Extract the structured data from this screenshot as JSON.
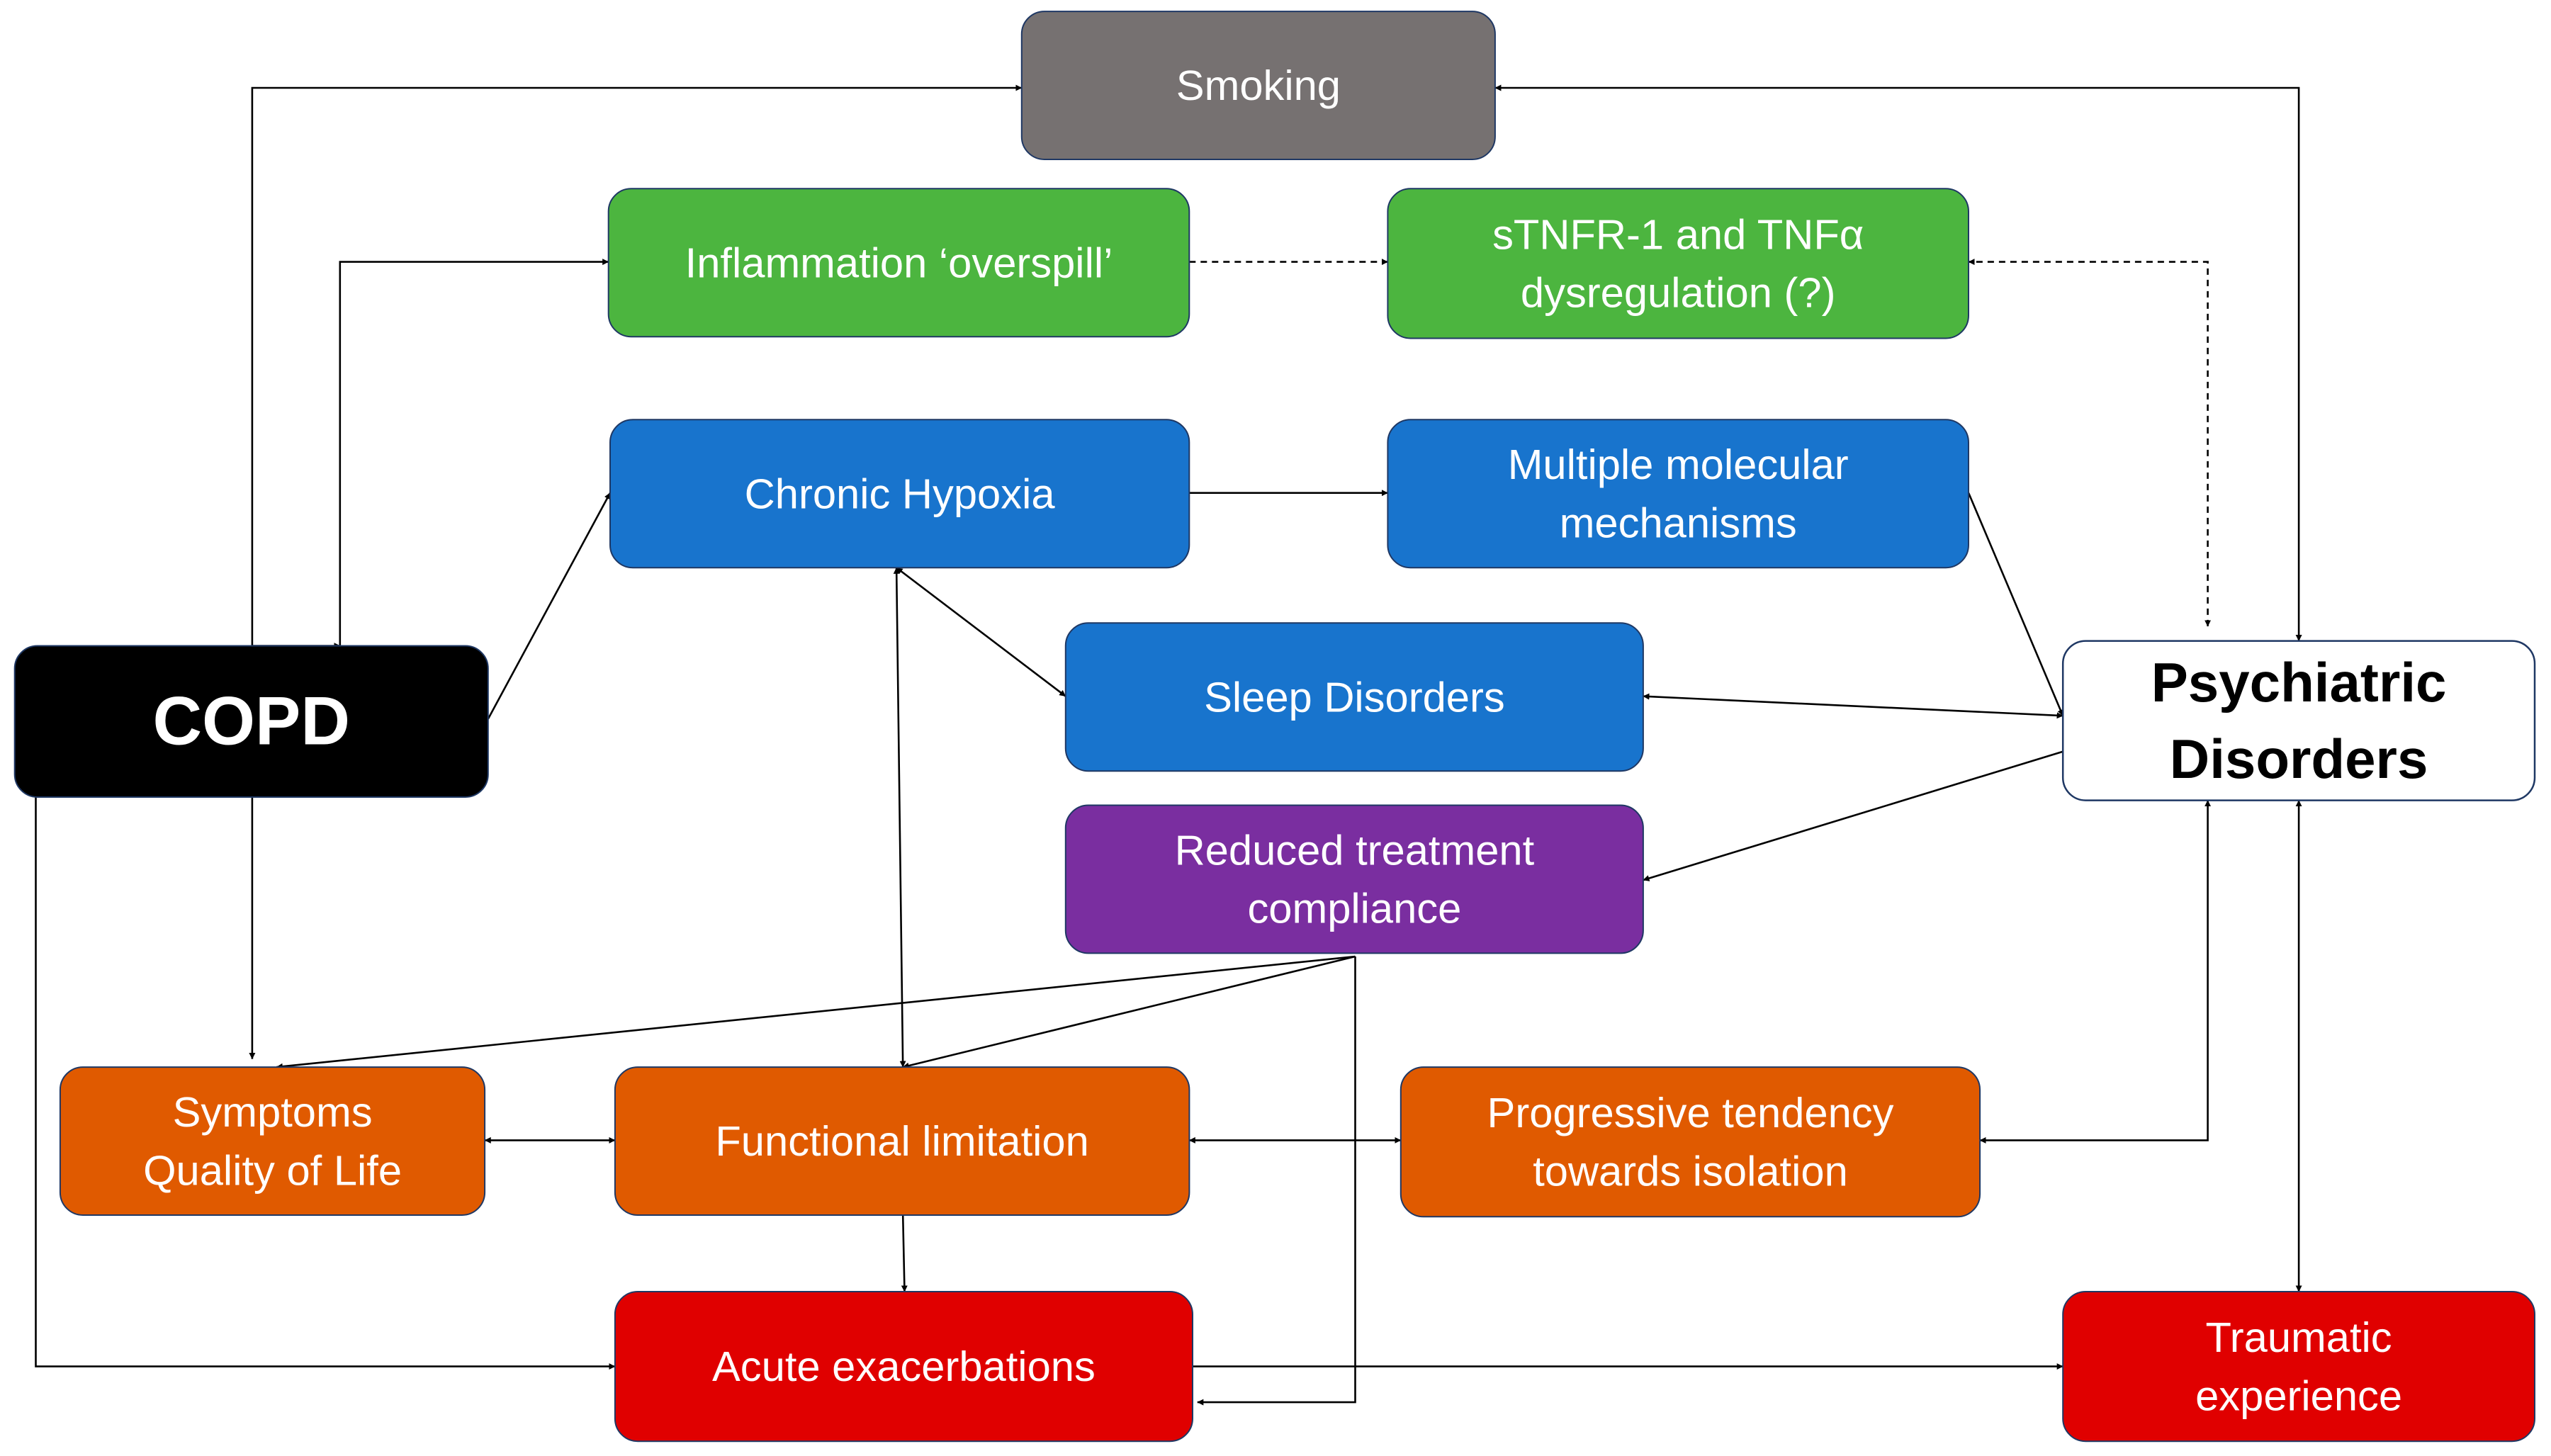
{
  "nodes": {
    "smoking": {
      "lines": [
        "Smoking"
      ],
      "fill": "#767171",
      "text_color": "#ffffff"
    },
    "inflammation": {
      "lines": [
        "Inflammation ‘overspill’"
      ],
      "fill": "#4cb53f",
      "text_color": "#ffffff"
    },
    "stnfr": {
      "lines": [
        "sTNFR-1 and TNFα",
        "dysregulation (?)"
      ],
      "fill": "#4cb53f",
      "text_color": "#ffffff"
    },
    "hypoxia": {
      "lines": [
        "Chronic Hypoxia"
      ],
      "fill": "#1874cd",
      "text_color": "#ffffff"
    },
    "molecular": {
      "lines": [
        "Multiple molecular",
        "mechanisms"
      ],
      "fill": "#1874cd",
      "text_color": "#ffffff"
    },
    "sleep": {
      "lines": [
        "Sleep Disorders"
      ],
      "fill": "#1874cd",
      "text_color": "#ffffff"
    },
    "copd": {
      "lines": [
        "COPD"
      ],
      "fill": "#000000",
      "text_color": "#ffffff"
    },
    "psychiatric": {
      "lines": [
        "Psychiatric",
        "Disorders"
      ],
      "fill": "#ffffff",
      "text_color": "#000000"
    },
    "compliance": {
      "lines": [
        "Reduced treatment",
        "compliance"
      ],
      "fill": "#7a2ea0",
      "text_color": "#ffffff"
    },
    "symptoms": {
      "lines": [
        "Symptoms",
        "Quality of Life"
      ],
      "fill": "#e05a00",
      "text_color": "#ffffff"
    },
    "functional": {
      "lines": [
        "Functional limitation"
      ],
      "fill": "#e05a00",
      "text_color": "#ffffff"
    },
    "isolation": {
      "lines": [
        "Progressive tendency",
        "towards isolation"
      ],
      "fill": "#e05a00",
      "text_color": "#ffffff"
    },
    "exacerbations": {
      "lines": [
        "Acute exacerbations"
      ],
      "fill": "#e00000",
      "text_color": "#ffffff"
    },
    "traumatic": {
      "lines": [
        "Traumatic",
        "experience"
      ],
      "fill": "#e00000",
      "text_color": "#ffffff"
    }
  },
  "edges": [
    {
      "from": "copd",
      "to": "smoking",
      "style": "solid",
      "direction": "both"
    },
    {
      "from": "psychiatric",
      "to": "smoking",
      "style": "solid",
      "direction": "both"
    },
    {
      "from": "copd",
      "to": "inflammation",
      "style": "solid",
      "direction": "forward"
    },
    {
      "from": "inflammation",
      "to": "stnfr",
      "style": "dashed",
      "direction": "forward"
    },
    {
      "from": "psychiatric",
      "to": "stnfr",
      "style": "dashed",
      "direction": "both"
    },
    {
      "from": "copd",
      "to": "hypoxia",
      "style": "solid",
      "direction": "forward"
    },
    {
      "from": "hypoxia",
      "to": "molecular",
      "style": "solid",
      "direction": "forward"
    },
    {
      "from": "molecular",
      "to": "psychiatric",
      "style": "solid",
      "direction": "forward"
    },
    {
      "from": "hypoxia",
      "to": "sleep",
      "style": "solid",
      "direction": "both"
    },
    {
      "from": "sleep",
      "to": "psychiatric",
      "style": "solid",
      "direction": "both"
    },
    {
      "from": "psychiatric",
      "to": "compliance",
      "style": "solid",
      "direction": "forward"
    },
    {
      "from": "hypoxia",
      "to": "functional",
      "style": "solid",
      "direction": "both"
    },
    {
      "from": "copd",
      "to": "symptoms",
      "style": "solid",
      "direction": "forward"
    },
    {
      "from": "compliance",
      "to": "symptoms",
      "style": "solid",
      "direction": "forward"
    },
    {
      "from": "compliance",
      "to": "functional",
      "style": "solid",
      "direction": "forward"
    },
    {
      "from": "compliance",
      "to": "exacerbations",
      "style": "solid",
      "direction": "forward"
    },
    {
      "from": "symptoms",
      "to": "functional",
      "style": "solid",
      "direction": "both"
    },
    {
      "from": "functional",
      "to": "isolation",
      "style": "solid",
      "direction": "both"
    },
    {
      "from": "psychiatric",
      "to": "isolation",
      "style": "solid",
      "direction": "both"
    },
    {
      "from": "functional",
      "to": "exacerbations",
      "style": "solid",
      "direction": "forward"
    },
    {
      "from": "copd",
      "to": "exacerbations",
      "style": "solid",
      "direction": "forward"
    },
    {
      "from": "exacerbations",
      "to": "traumatic",
      "style": "solid",
      "direction": "forward"
    },
    {
      "from": "psychiatric",
      "to": "traumatic",
      "style": "solid",
      "direction": "both"
    }
  ]
}
